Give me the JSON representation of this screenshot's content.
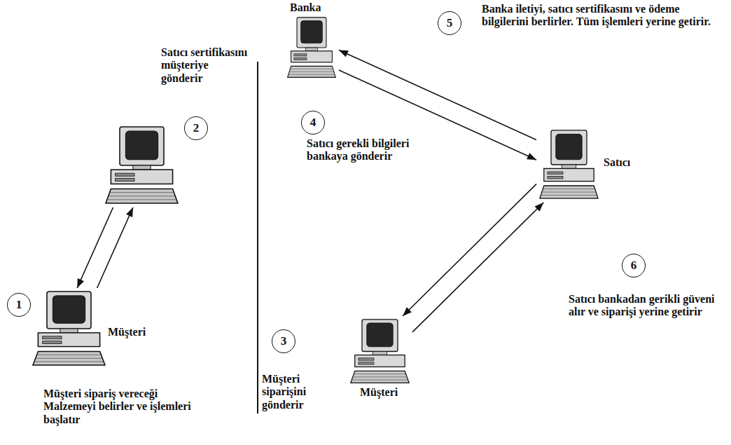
{
  "diagram": {
    "nodes": [
      {
        "text": [
          "Banka"
        ]
      },
      {
        "text": [
          "5"
        ]
      },
      {
        "text": [
          "Satıcı sertifikasını müşteriye gönderir"
        ]
      },
      {
        "text": [
          "2"
        ]
      },
      {
        "text": [
          "4"
        ]
      },
      {
        "text": [
          "Satıcı"
        ]
      },
      {
        "text": [
          "1"
        ]
      },
      {
        "text": [
          "Müşteri"
        ]
      },
      {
        "text": [
          "3"
        ]
      },
      {
        "text": [
          "6"
        ]
      },
      {
        "text": [
          "Müşteri"
        ]
      }
    ],
    "edges": [
      {
        "from": 7,
        "to": 2,
        "arrow": "to"
      },
      {
        "from": 2,
        "to": 7,
        "arrow": "to"
      },
      {
        "from": 5,
        "to": 0,
        "arrow": "to"
      },
      {
        "from": 0,
        "to": 5,
        "arrow": "to"
      },
      {
        "from": 10,
        "to": 5,
        "arrow": "to"
      },
      {
        "from": 5,
        "to": 10,
        "arrow": "to"
      }
    ],
    "labels": [
      "Banka iletiyi, satıcı sertifikasını ve ödeme bilgilerini berlirler. Tüm işlemleri yerine getirir.",
      "Satıcı gerekli bilgileri bankaya gönderir",
      "Müşteri sipariş vereceği Malzemeyi belirler ve işlemleri başlatır",
      "Müşteri siparişini gönderir",
      "Satıcı bankadan gerikli güveni alır ve siparişi yerine getirir"
    ]
  }
}
